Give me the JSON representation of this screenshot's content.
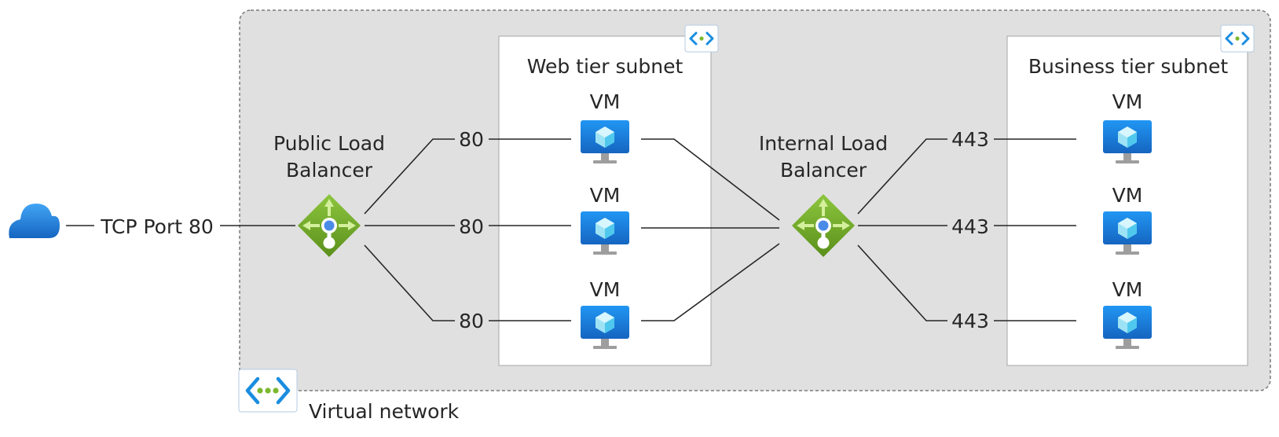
{
  "diagram": {
    "vnet_label": "Virtual network",
    "internet_label": "TCP Port 80",
    "public_lb": {
      "line1": "Public Load",
      "line2": "Balancer"
    },
    "internal_lb": {
      "line1": "Internal Load",
      "line2": "Balancer"
    },
    "web_subnet": {
      "title": "Web tier subnet",
      "vms": [
        "VM",
        "VM",
        "VM"
      ],
      "ports": [
        "80",
        "80",
        "80"
      ]
    },
    "business_subnet": {
      "title": "Business tier subnet",
      "vms": [
        "VM",
        "VM",
        "VM"
      ],
      "ports": [
        "443",
        "443",
        "443"
      ]
    },
    "icons": {
      "cloud": "cloud-icon",
      "load_balancer": "load-balancer-icon",
      "vm": "virtual-machine-icon",
      "vnet": "virtual-network-icon",
      "subnet": "subnet-icon"
    },
    "colors": {
      "vnet_fill": "#e0e0e0",
      "vnet_border": "#7a7a7a",
      "lb_green": "#7bb11f",
      "vm_blue": "#1e88e5",
      "cloud_blue": "#1c7fdb"
    }
  }
}
